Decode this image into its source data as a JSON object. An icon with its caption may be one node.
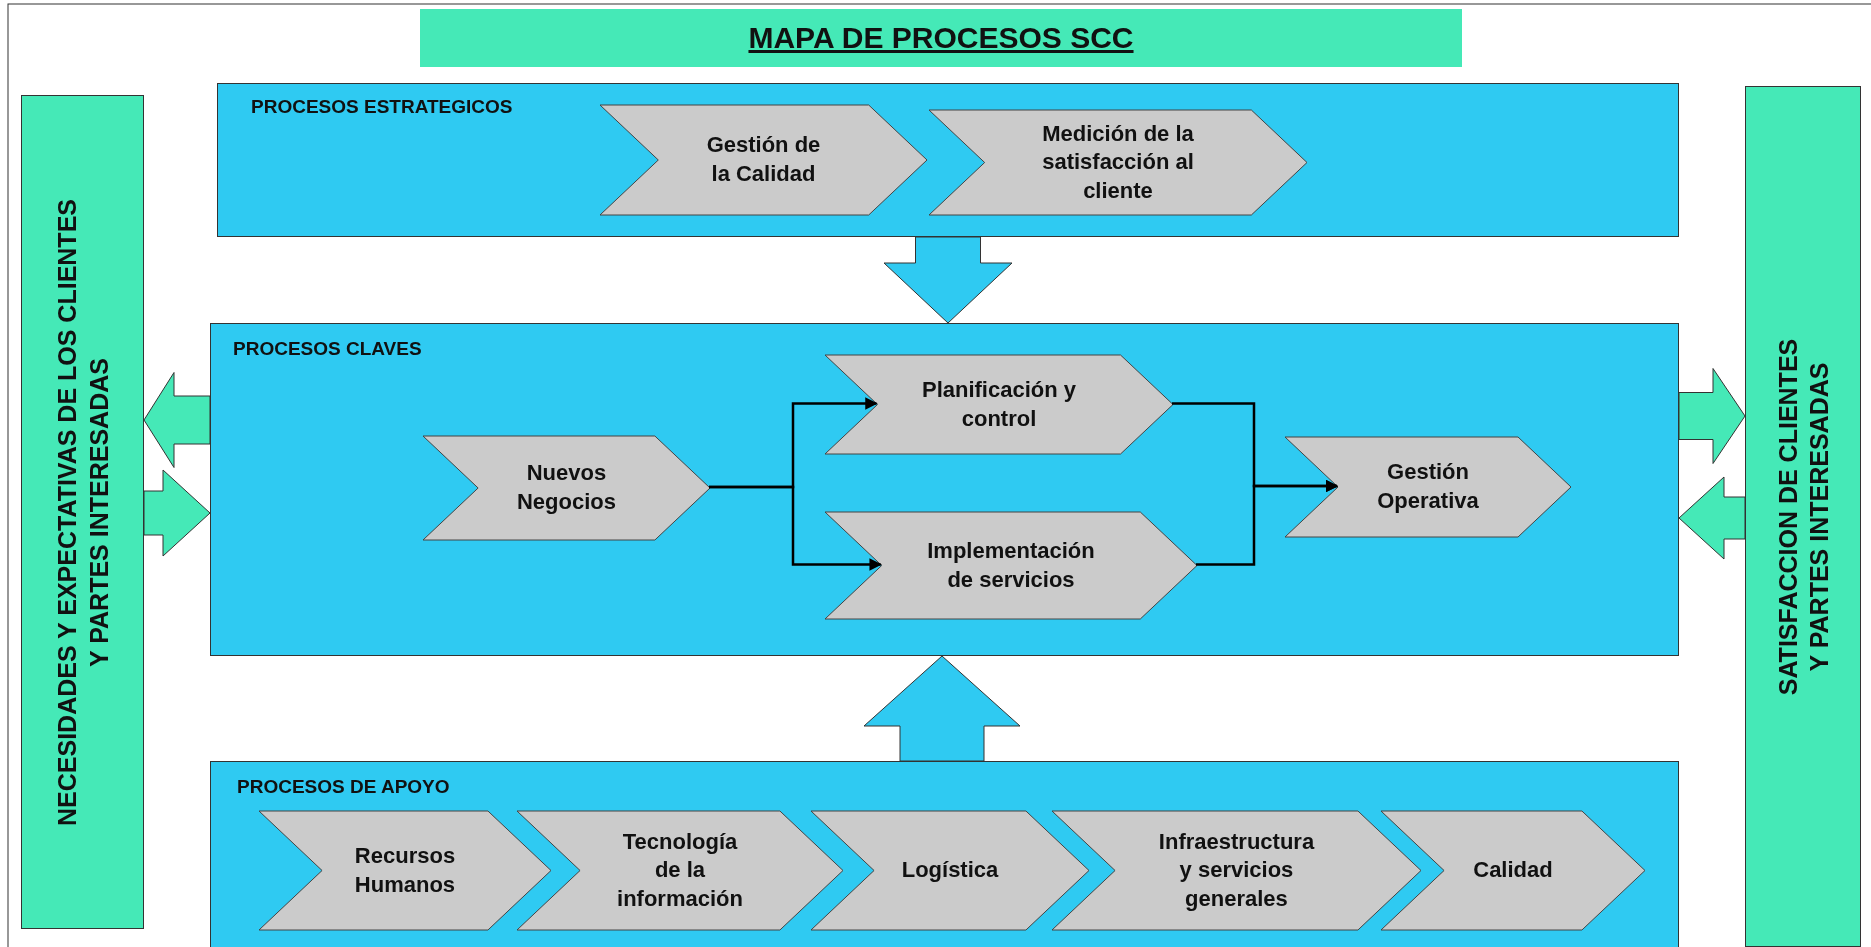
{
  "diagram": {
    "title": "MAPA DE PROCESOS SCC",
    "nodes": [
      {
        "text": [
          "NECESIDADES Y EXPECTATIVAS DE LOS CLIENTES Y PARTES INTERESADAS"
        ]
      },
      {
        "text": [
          "PROCESOS ESTRATEGICOS"
        ]
      },
      {
        "text": [
          "Gestión de la Calidad"
        ],
        "in": 1
      },
      {
        "text": [
          "Medición de la satisfacción al cliente"
        ],
        "in": 1
      },
      {
        "text": [
          "PROCESOS CLAVES"
        ]
      },
      {
        "text": [
          "Nuevos Negocios"
        ],
        "in": 4
      },
      {
        "text": [
          "Planificación y control"
        ],
        "in": 4
      },
      {
        "text": [
          "Implementación de servicios"
        ],
        "in": 4
      },
      {
        "text": [
          "Gestión Operativa"
        ],
        "in": 4
      },
      {
        "text": [
          "SATISFACCION DE CLIENTES Y PARTES INTERESADAS"
        ]
      },
      {
        "text": [
          "PROCESOS DE APOYO"
        ]
      },
      {
        "text": [
          "Recursos Humanos"
        ],
        "in": 10
      },
      {
        "text": [
          "Tecnología de la información"
        ],
        "in": 10
      },
      {
        "text": [
          "Logística"
        ],
        "in": 10
      },
      {
        "text": [
          "Infraestructura y servicios generales"
        ],
        "in": 10
      },
      {
        "text": [
          "Calidad"
        ],
        "in": 10
      }
    ],
    "edges": [
      {
        "from": 1,
        "to": 4,
        "arrow": "to",
        "style": "thick",
        "color": "#2fcaf2"
      },
      {
        "from": 10,
        "to": 4,
        "arrow": "to",
        "style": "thick",
        "color": "#2fcaf2"
      },
      {
        "from": 4,
        "to": 0,
        "arrow": "to",
        "style": "thick",
        "color": "#45e9b7"
      },
      {
        "from": 0,
        "to": 4,
        "arrow": "to",
        "style": "thick",
        "color": "#45e9b7"
      },
      {
        "from": 4,
        "to": 9,
        "arrow": "to",
        "style": "thick",
        "color": "#45e9b7"
      },
      {
        "from": 9,
        "to": 4,
        "arrow": "to",
        "style": "thick",
        "color": "#45e9b7"
      },
      {
        "from": 5,
        "to": 6,
        "arrow": "to"
      },
      {
        "from": 5,
        "to": 7,
        "arrow": "to"
      },
      {
        "from": 6,
        "to": 8,
        "arrow": "to"
      },
      {
        "from": 7,
        "to": 8,
        "arrow": "to"
      }
    ]
  }
}
